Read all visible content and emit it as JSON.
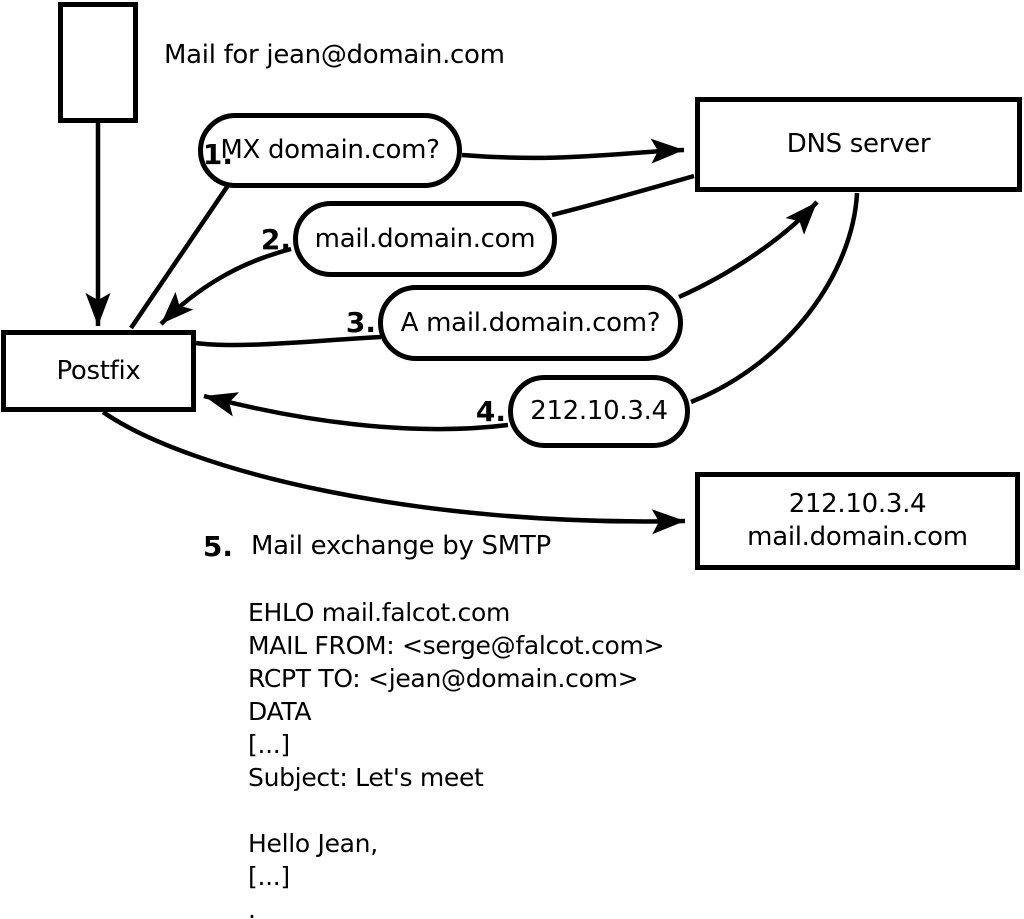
{
  "title": "Mail for jean@domain.com",
  "colors": {
    "stroke": "#000000",
    "background": "#ffffff"
  },
  "nodes": {
    "postfix": {
      "label": "Postfix"
    },
    "dns": {
      "label": "DNS server"
    },
    "mailserver": {
      "line1": "212.10.3.4",
      "line2": "mail.domain.com"
    }
  },
  "steps": [
    {
      "number": "1.",
      "label": "MX domain.com?"
    },
    {
      "number": "2.",
      "label": "mail.domain.com"
    },
    {
      "number": "3.",
      "label": "A mail.domain.com?"
    },
    {
      "number": "4.",
      "label": "212.10.3.4"
    },
    {
      "number": "5.",
      "label": "Mail exchange by SMTP"
    }
  ],
  "smtp": {
    "lines": [
      "EHLO mail.falcot.com",
      "MAIL FROM: <serge@falcot.com>",
      "RCPT TO: <jean@domain.com>",
      "DATA",
      "[...]",
      "Subject: Let's meet",
      "",
      "Hello Jean,",
      "[...]",
      "."
    ]
  }
}
